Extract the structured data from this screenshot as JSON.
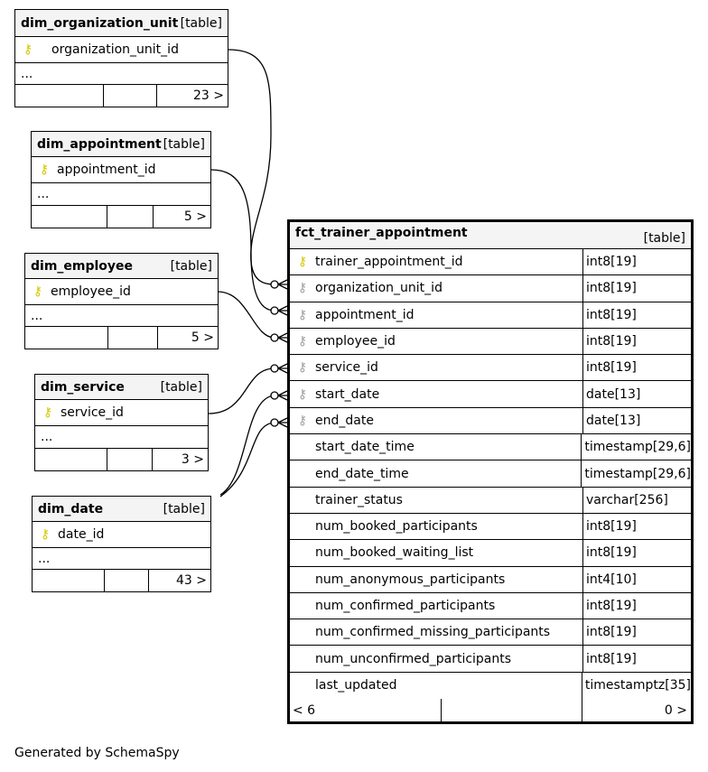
{
  "footer": "Generated by SchemaSpy",
  "tables": {
    "org": {
      "name": "dim_organization_unit",
      "tag": "[table]",
      "key": "organization_unit_id",
      "dots": "...",
      "count": "23 >"
    },
    "appt": {
      "name": "dim_appointment",
      "tag": "[table]",
      "key": "appointment_id",
      "dots": "...",
      "count": "5 >"
    },
    "emp": {
      "name": "dim_employee",
      "tag": "[table]",
      "key": "employee_id",
      "dots": "...",
      "count": "5 >"
    },
    "svc": {
      "name": "dim_service",
      "tag": "[table]",
      "key": "service_id",
      "dots": "...",
      "count": "3 >"
    },
    "date": {
      "name": "dim_date",
      "tag": "[table]",
      "key": "date_id",
      "dots": "...",
      "count": "43 >"
    }
  },
  "fact": {
    "name": "fct_trainer_appointment",
    "tag": "[table]",
    "columns": [
      {
        "name": "trainer_appointment_id",
        "type": "int8[19]"
      },
      {
        "name": "organization_unit_id",
        "type": "int8[19]"
      },
      {
        "name": "appointment_id",
        "type": "int8[19]"
      },
      {
        "name": "employee_id",
        "type": "int8[19]"
      },
      {
        "name": "service_id",
        "type": "int8[19]"
      },
      {
        "name": "start_date",
        "type": "date[13]"
      },
      {
        "name": "end_date",
        "type": "date[13]"
      },
      {
        "name": "start_date_time",
        "type": "timestamp[29,6]"
      },
      {
        "name": "end_date_time",
        "type": "timestamp[29,6]"
      },
      {
        "name": "trainer_status",
        "type": "varchar[256]"
      },
      {
        "name": "num_booked_participants",
        "type": "int8[19]"
      },
      {
        "name": "num_booked_waiting_list",
        "type": "int8[19]"
      },
      {
        "name": "num_anonymous_participants",
        "type": "int4[10]"
      },
      {
        "name": "num_confirmed_participants",
        "type": "int8[19]"
      },
      {
        "name": "num_confirmed_missing_participants",
        "type": "int8[19]"
      },
      {
        "name": "num_unconfirmed_participants",
        "type": "int8[19]"
      },
      {
        "name": "last_updated",
        "type": "timestamptz[35]"
      }
    ],
    "parents": "< 6",
    "children": "0 >"
  }
}
